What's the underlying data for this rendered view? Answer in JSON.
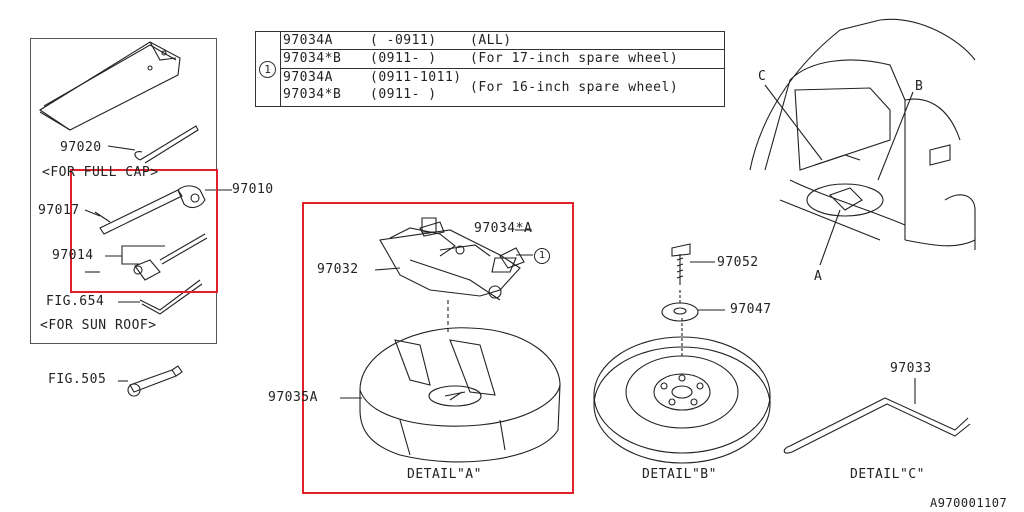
{
  "table": {
    "circle": "1",
    "rows": [
      {
        "part": "97034A",
        "date": "( -0911)",
        "note": "(ALL)"
      },
      {
        "part": "97034*B",
        "date": "(0911- )",
        "note": "(For 17-inch spare wheel)"
      },
      {
        "part": "97034A",
        "date": "(0911-1011)",
        "note": ""
      },
      {
        "part": "97034*B",
        "date": "(0911- )",
        "note": "(For 16-inch spare wheel)"
      }
    ]
  },
  "labels": {
    "p97020": "97020",
    "for_full_cap": "<FOR FULL CAP>",
    "p97017": "97017",
    "p97010": "97010",
    "p97014": "97014",
    "fig654": "FIG.654",
    "for_sun_roof": "<FOR SUN ROOF>",
    "fig505": "FIG.505",
    "p97034a": "97034*A",
    "circle_ref": "1",
    "p97032": "97032",
    "p97035a": "97035A",
    "detail_a": "DETAIL\"A\"",
    "p97052": "97052",
    "p97047": "97047",
    "detail_b": "DETAIL\"B\"",
    "p97033": "97033",
    "detail_c": "DETAIL\"C\"",
    "callout_a": "A",
    "callout_b": "B",
    "callout_c": "C",
    "drawing_id": "A970001107"
  },
  "colors": {
    "highlight": "#e0202a",
    "line": "#222222"
  }
}
